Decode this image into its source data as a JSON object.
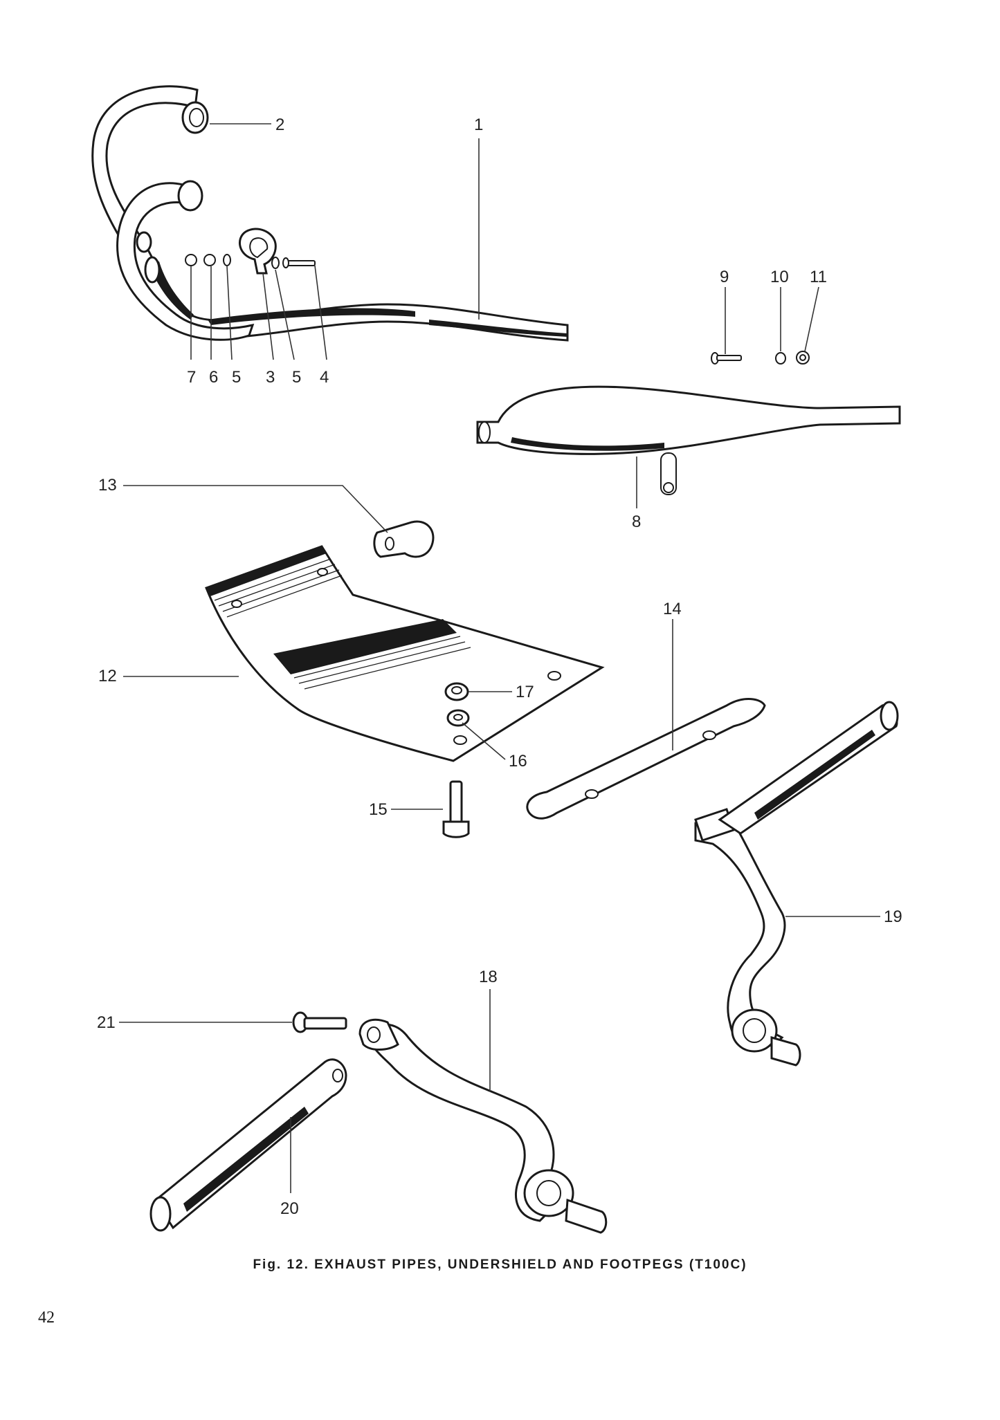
{
  "figure": {
    "caption": "Fig. 12. EXHAUST PIPES, UNDERSHIELD AND FOOTPEGS (T100C)",
    "page_number": "42",
    "callouts": [
      "1",
      "2",
      "3",
      "4",
      "5",
      "5",
      "6",
      "7",
      "8",
      "9",
      "10",
      "11",
      "12",
      "13",
      "14",
      "15",
      "16",
      "17",
      "18",
      "19",
      "20",
      "21"
    ],
    "parts": [
      {
        "id": "exhaust-pipe-icon"
      },
      {
        "id": "pipe-clip-icon"
      },
      {
        "id": "silencer-icon"
      },
      {
        "id": "bolt-icon"
      },
      {
        "id": "washer-icon"
      },
      {
        "id": "nut-icon"
      },
      {
        "id": "undershield-icon"
      },
      {
        "id": "bracket-clip-icon"
      },
      {
        "id": "support-strap-icon"
      },
      {
        "id": "footrest-arm-icon"
      },
      {
        "id": "footrest-rubber-icon"
      }
    ]
  }
}
